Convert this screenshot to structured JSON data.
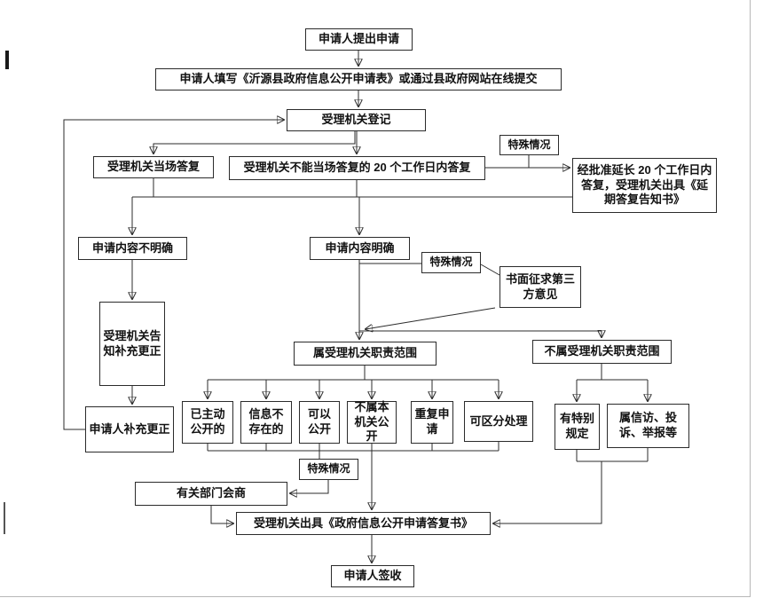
{
  "flowchart": {
    "nodes": {
      "submit": {
        "label": "申请人提出申请"
      },
      "fill_form": {
        "label": "申请人填写《沂源县政府信息公开申请表》或通过县政府网站在线提交"
      },
      "register": {
        "label": "受理机关登记"
      },
      "onsite_reply": {
        "label": "受理机关当场答复"
      },
      "reply_20days": {
        "label": "受理机关不能当场答复的 20 个工作日内答复"
      },
      "special_case_top": {
        "label": "特殊情况"
      },
      "extend_reply": {
        "label": "经批准延长 20 个工作日内答复，受理机关出具《延期答复告知书》"
      },
      "content_unclear": {
        "label": "申请内容不明确"
      },
      "content_clear": {
        "label": "申请内容明确"
      },
      "special_case_mid": {
        "label": "特殊情况"
      },
      "third_party": {
        "label": "书面征求第三方意见"
      },
      "notify_supplement": {
        "label": "受理机关告知补充更正"
      },
      "in_scope": {
        "label": "属受理机关职责范围"
      },
      "out_scope": {
        "label": "不属受理机关职责范围"
      },
      "supplement": {
        "label": "申请人补充更正"
      },
      "already_public": {
        "label": "已主动公开的"
      },
      "not_exist": {
        "label": "信息不存在的"
      },
      "can_public": {
        "label": "可以公开"
      },
      "not_this_org": {
        "label": "不属本机关公开"
      },
      "repeat": {
        "label": "重复申请"
      },
      "separable": {
        "label": "可区分处理"
      },
      "special_rules": {
        "label": "有特别规定"
      },
      "petition": {
        "label": "属信访、投诉、举报等"
      },
      "special_case_bottom": {
        "label": "特殊情况"
      },
      "consult": {
        "label": "有关部门会商"
      },
      "reply_doc": {
        "label": "受理机关出具《政府信息公开申请答复书》"
      },
      "sign": {
        "label": "申请人签收"
      }
    },
    "colors": {
      "line": "#2b2b2b",
      "box_border": "#2b2b2b",
      "background": "#ffffff"
    }
  }
}
